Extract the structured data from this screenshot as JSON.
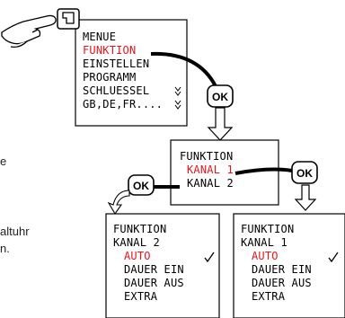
{
  "colors": {
    "highlight": "#e8141c",
    "ink": "#000000",
    "panel": "#ffffff"
  },
  "top_menu": {
    "items": [
      {
        "label": "MENUE",
        "highlight": false
      },
      {
        "label": "FUNKTION",
        "highlight": true
      },
      {
        "label": "EINSTELLEN",
        "highlight": false
      },
      {
        "label": "PROGRAMM",
        "highlight": false
      },
      {
        "label": "SCHLUESSEL",
        "highlight": false
      },
      {
        "label": "GB,DE,FR....",
        "highlight": false
      }
    ],
    "scroll_icon": "up-down-arrows-icon"
  },
  "middle_menu": {
    "items": [
      {
        "label": "FUNKTION",
        "highlight": false
      },
      {
        "label": "KANAL 1",
        "highlight": true
      },
      {
        "label": "KANAL 2",
        "highlight": false
      }
    ]
  },
  "left_menu": {
    "items": [
      {
        "label": "FUNKTION",
        "highlight": false
      },
      {
        "label": "KANAL 2",
        "highlight": false
      },
      {
        "label": "AUTO",
        "highlight": true
      },
      {
        "label": "DAUER EIN",
        "highlight": false
      },
      {
        "label": "DAUER AUS",
        "highlight": false
      },
      {
        "label": "EXTRA",
        "highlight": false
      }
    ]
  },
  "right_menu": {
    "items": [
      {
        "label": "FUNKTION",
        "highlight": false
      },
      {
        "label": "KANAL 1",
        "highlight": false
      },
      {
        "label": "AUTO",
        "highlight": true
      },
      {
        "label": "DAUER EIN",
        "highlight": false
      },
      {
        "label": "DAUER AUS",
        "highlight": false
      },
      {
        "label": "EXTRA",
        "highlight": false
      }
    ]
  },
  "ok_label": "OK",
  "side_text": {
    "line1": "e",
    "line2": "altuhr",
    "line3": "n."
  }
}
